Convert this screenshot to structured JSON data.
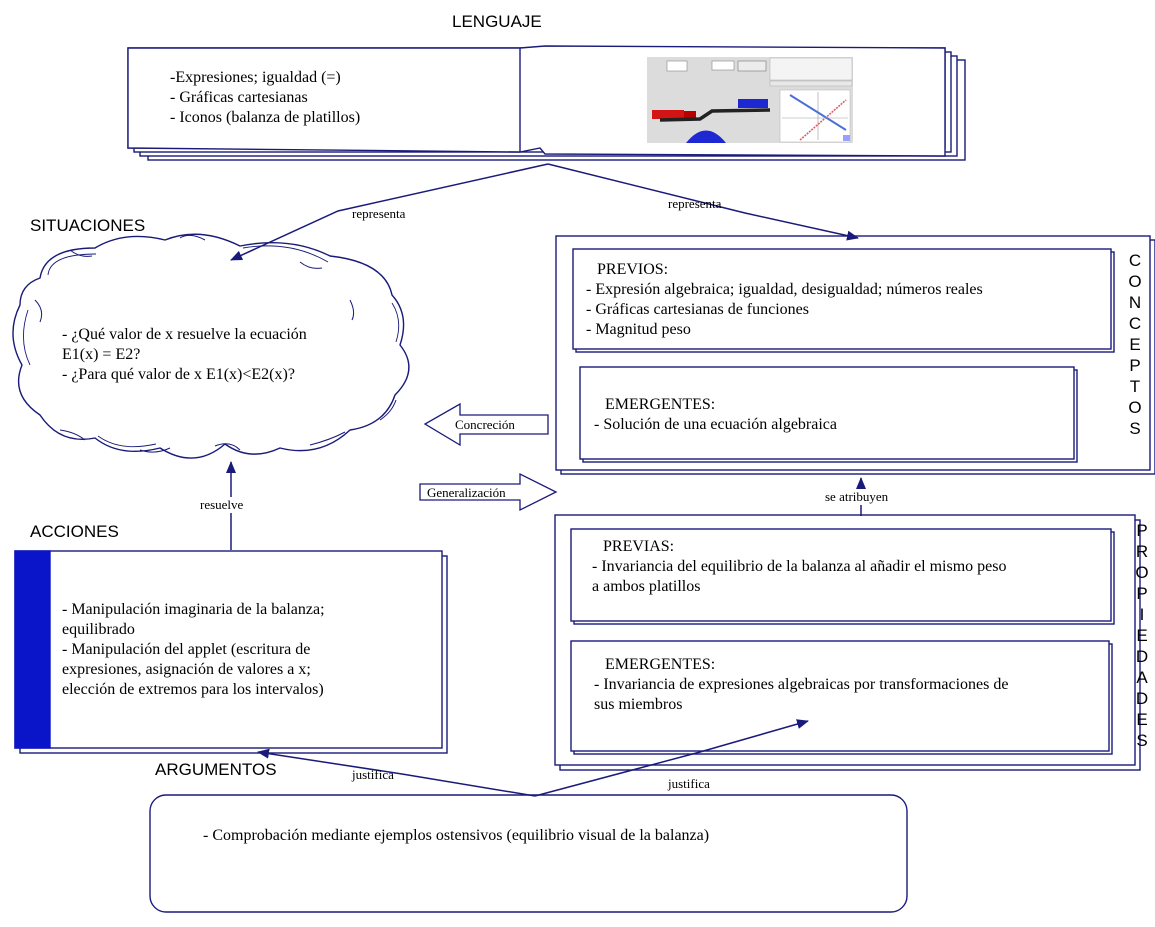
{
  "lenguaje": {
    "title": "LENGUAJE",
    "items": [
      "-Expresiones; igualdad (=)",
      "- Gráficas cartesianas",
      "- Iconos (balanza de platillos)"
    ]
  },
  "situaciones": {
    "title": "SITUACIONES",
    "items": [
      "- ¿Qué valor de x resuelve la ecuación",
      "E1(x) = E2?",
      "- ¿Para qué valor de x E1(x)<E2(x)?"
    ]
  },
  "conceptos": {
    "side_label": [
      "C",
      "O",
      "N",
      "C",
      "E",
      "P",
      "T",
      "O",
      "S"
    ],
    "previos_title": "PREVIOS:",
    "previos_items": [
      "- Expresión algebraica; igualdad, desigualdad; números reales",
      "- Gráficas cartesianas de funciones",
      "- Magnitud peso"
    ],
    "emergentes_title": "EMERGENTES:",
    "emergentes_items": [
      "- Solución de una ecuación algebraica"
    ]
  },
  "propiedades": {
    "side_label": [
      "P",
      "R",
      "O",
      "P",
      "I",
      "E",
      "D",
      "A",
      "D",
      "E",
      "S"
    ],
    "previas_title": "PREVIAS:",
    "previas_items": [
      "- Invariancia del equilibrio de la balanza al añadir el mismo peso",
      "a ambos platillos"
    ],
    "emergentes_title": "EMERGENTES:",
    "emergentes_items": [
      "- Invariancia de expresiones algebraicas por transformaciones de",
      "sus miembros"
    ]
  },
  "acciones": {
    "title": "ACCIONES",
    "items": [
      "- Manipulación imaginaria de la balanza;",
      "equilibrado",
      "- Manipulación del applet (escritura de",
      "expresiones, asignación de valores a x;",
      "elección de extremos para los intervalos)"
    ]
  },
  "argumentos": {
    "title": "ARGUMENTOS",
    "items": [
      "- Comprobación mediante ejemplos ostensivos (equilibrio visual de la balanza)"
    ]
  },
  "arrows": {
    "representa_left": "representa",
    "representa_right": "representa",
    "concrecion": "Concreción",
    "generalizacion": "Generalización",
    "se_atribuyen": "se atribuyen",
    "resuelve": "resuelve",
    "justifica_left": "justifica",
    "justifica_right": "justifica"
  },
  "colors": {
    "stroke": "#1a1a7a",
    "accent_bar": "#0a14c8",
    "applet_red": "#d21414",
    "applet_blue": "#1e28d2"
  }
}
